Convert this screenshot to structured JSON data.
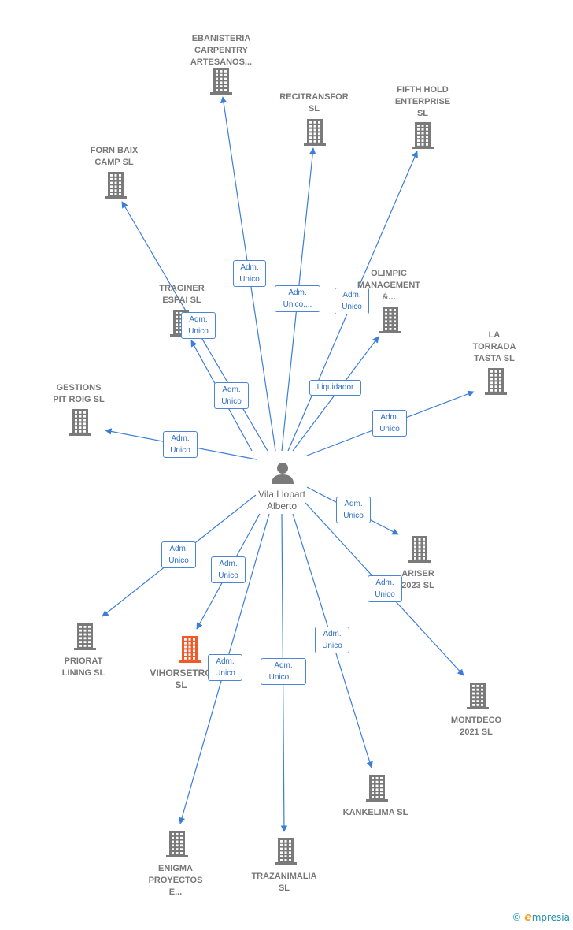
{
  "center": {
    "name_lines": [
      "Vila Llopart",
      "Alberto"
    ],
    "icon": "person-icon"
  },
  "colors": {
    "edge": "#3b7dd8",
    "icon": "#7a7a7a",
    "highlight": "#f05a28"
  },
  "nodes": [
    {
      "id": "ebanisteria",
      "lines": [
        "EBANISTERIA",
        "CARPENTRY",
        "ARTESANOS..."
      ],
      "role": [
        "Adm.",
        "Unico"
      ]
    },
    {
      "id": "recitransfor",
      "lines": [
        "RECITRANSFOR",
        "SL"
      ],
      "role": [
        "Adm.",
        "Unico,..."
      ]
    },
    {
      "id": "fifth-hold",
      "lines": [
        "FIFTH HOLD",
        "ENTERPRISE",
        "SL"
      ],
      "role": [
        "Adm.",
        "Unico"
      ]
    },
    {
      "id": "forn-baix",
      "lines": [
        "FORN BAIX",
        "CAMP  SL"
      ],
      "role": [
        "Adm.",
        "Unico"
      ]
    },
    {
      "id": "traginer",
      "lines": [
        "TRAGINER",
        "ESPAI  SL"
      ],
      "role": [
        "Adm.",
        "Unico"
      ]
    },
    {
      "id": "olimpic",
      "lines": [
        "OLIMPIC",
        "MANAGEMENT",
        "&..."
      ],
      "role": [
        "Liquidador"
      ]
    },
    {
      "id": "la-torrada",
      "lines": [
        "LA",
        "TORRADA",
        "TASTA  SL"
      ],
      "role": [
        "Adm.",
        "Unico"
      ]
    },
    {
      "id": "gestions",
      "lines": [
        "GESTIONS",
        "PIT ROIG SL"
      ],
      "role": [
        "Adm.",
        "Unico"
      ]
    },
    {
      "id": "ariser",
      "lines": [
        "ARISER",
        "2023  SL"
      ],
      "role": [
        "Adm.",
        "Unico"
      ]
    },
    {
      "id": "montdeco",
      "lines": [
        "MONTDECO",
        "2021  SL"
      ],
      "role": [
        "Adm.",
        "Unico"
      ]
    },
    {
      "id": "priorat",
      "lines": [
        "PRIORAT",
        "LINING  SL"
      ],
      "role": [
        "Adm.",
        "Unico"
      ]
    },
    {
      "id": "vihorsetro",
      "lines": [
        "VIHORSETRO",
        "SL"
      ],
      "role": [
        "Adm.",
        "Unico"
      ],
      "highlight": true
    },
    {
      "id": "kankelima",
      "lines": [
        "KANKELIMA SL"
      ],
      "role": [
        "Adm.",
        "Unico"
      ]
    },
    {
      "id": "trazanimalia",
      "lines": [
        "TRAZANIMALIA",
        "SL"
      ],
      "role": [
        "Adm.",
        "Unico,..."
      ]
    },
    {
      "id": "enigma",
      "lines": [
        "ENIGMA",
        "PROYECTOS",
        "E..."
      ],
      "role": [
        "Adm.",
        "Unico"
      ]
    }
  ],
  "footer": {
    "copyright": "©",
    "brand_initial": "e",
    "brand_rest": "mpresia"
  }
}
